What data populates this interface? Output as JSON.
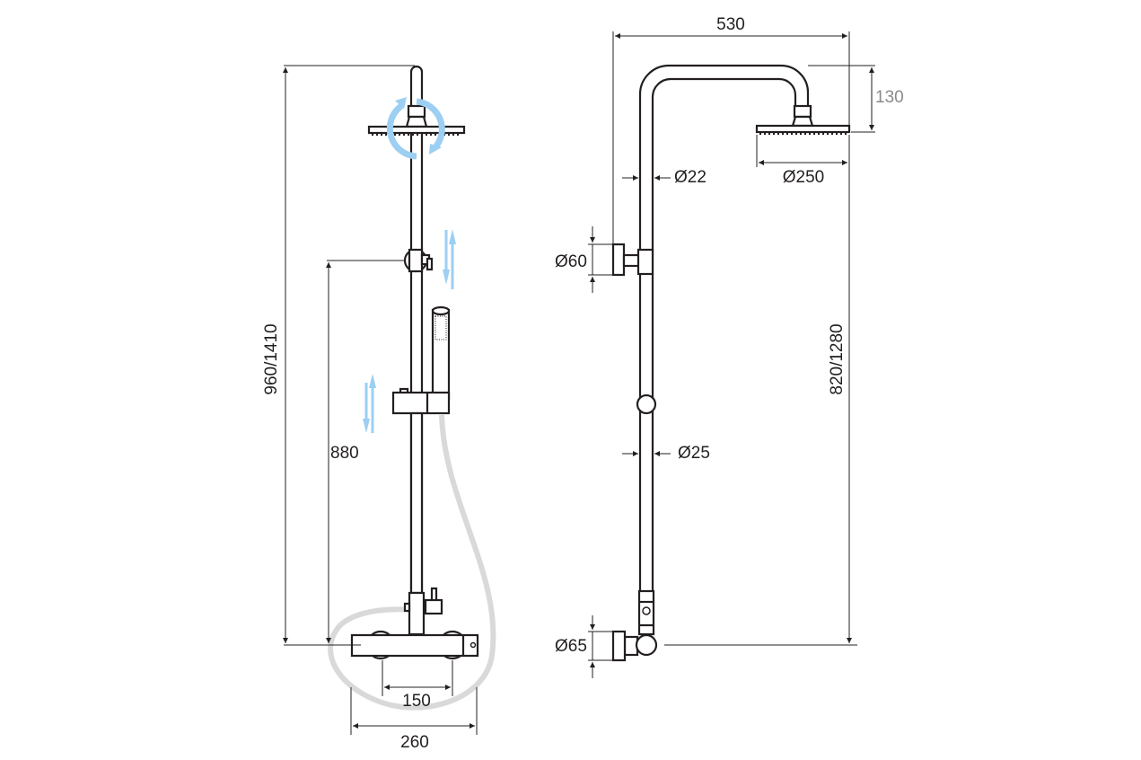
{
  "dimensions": {
    "total_height": "960/1410",
    "slider_height": "880",
    "inlet_spacing": "150",
    "mixer_width": "260",
    "arm_projection": "530",
    "head_drop": "130",
    "pipe_upper_diameter": "Ø22",
    "head_diameter": "Ø250",
    "bracket_diameter": "Ø60",
    "pipe_lower_diameter": "Ø25",
    "inlet_diameter": "Ø65",
    "head_height": "820/1280"
  },
  "colors": {
    "line": "#231f20",
    "arrow": "#9ccff2",
    "hose": "#d9d9d9"
  }
}
